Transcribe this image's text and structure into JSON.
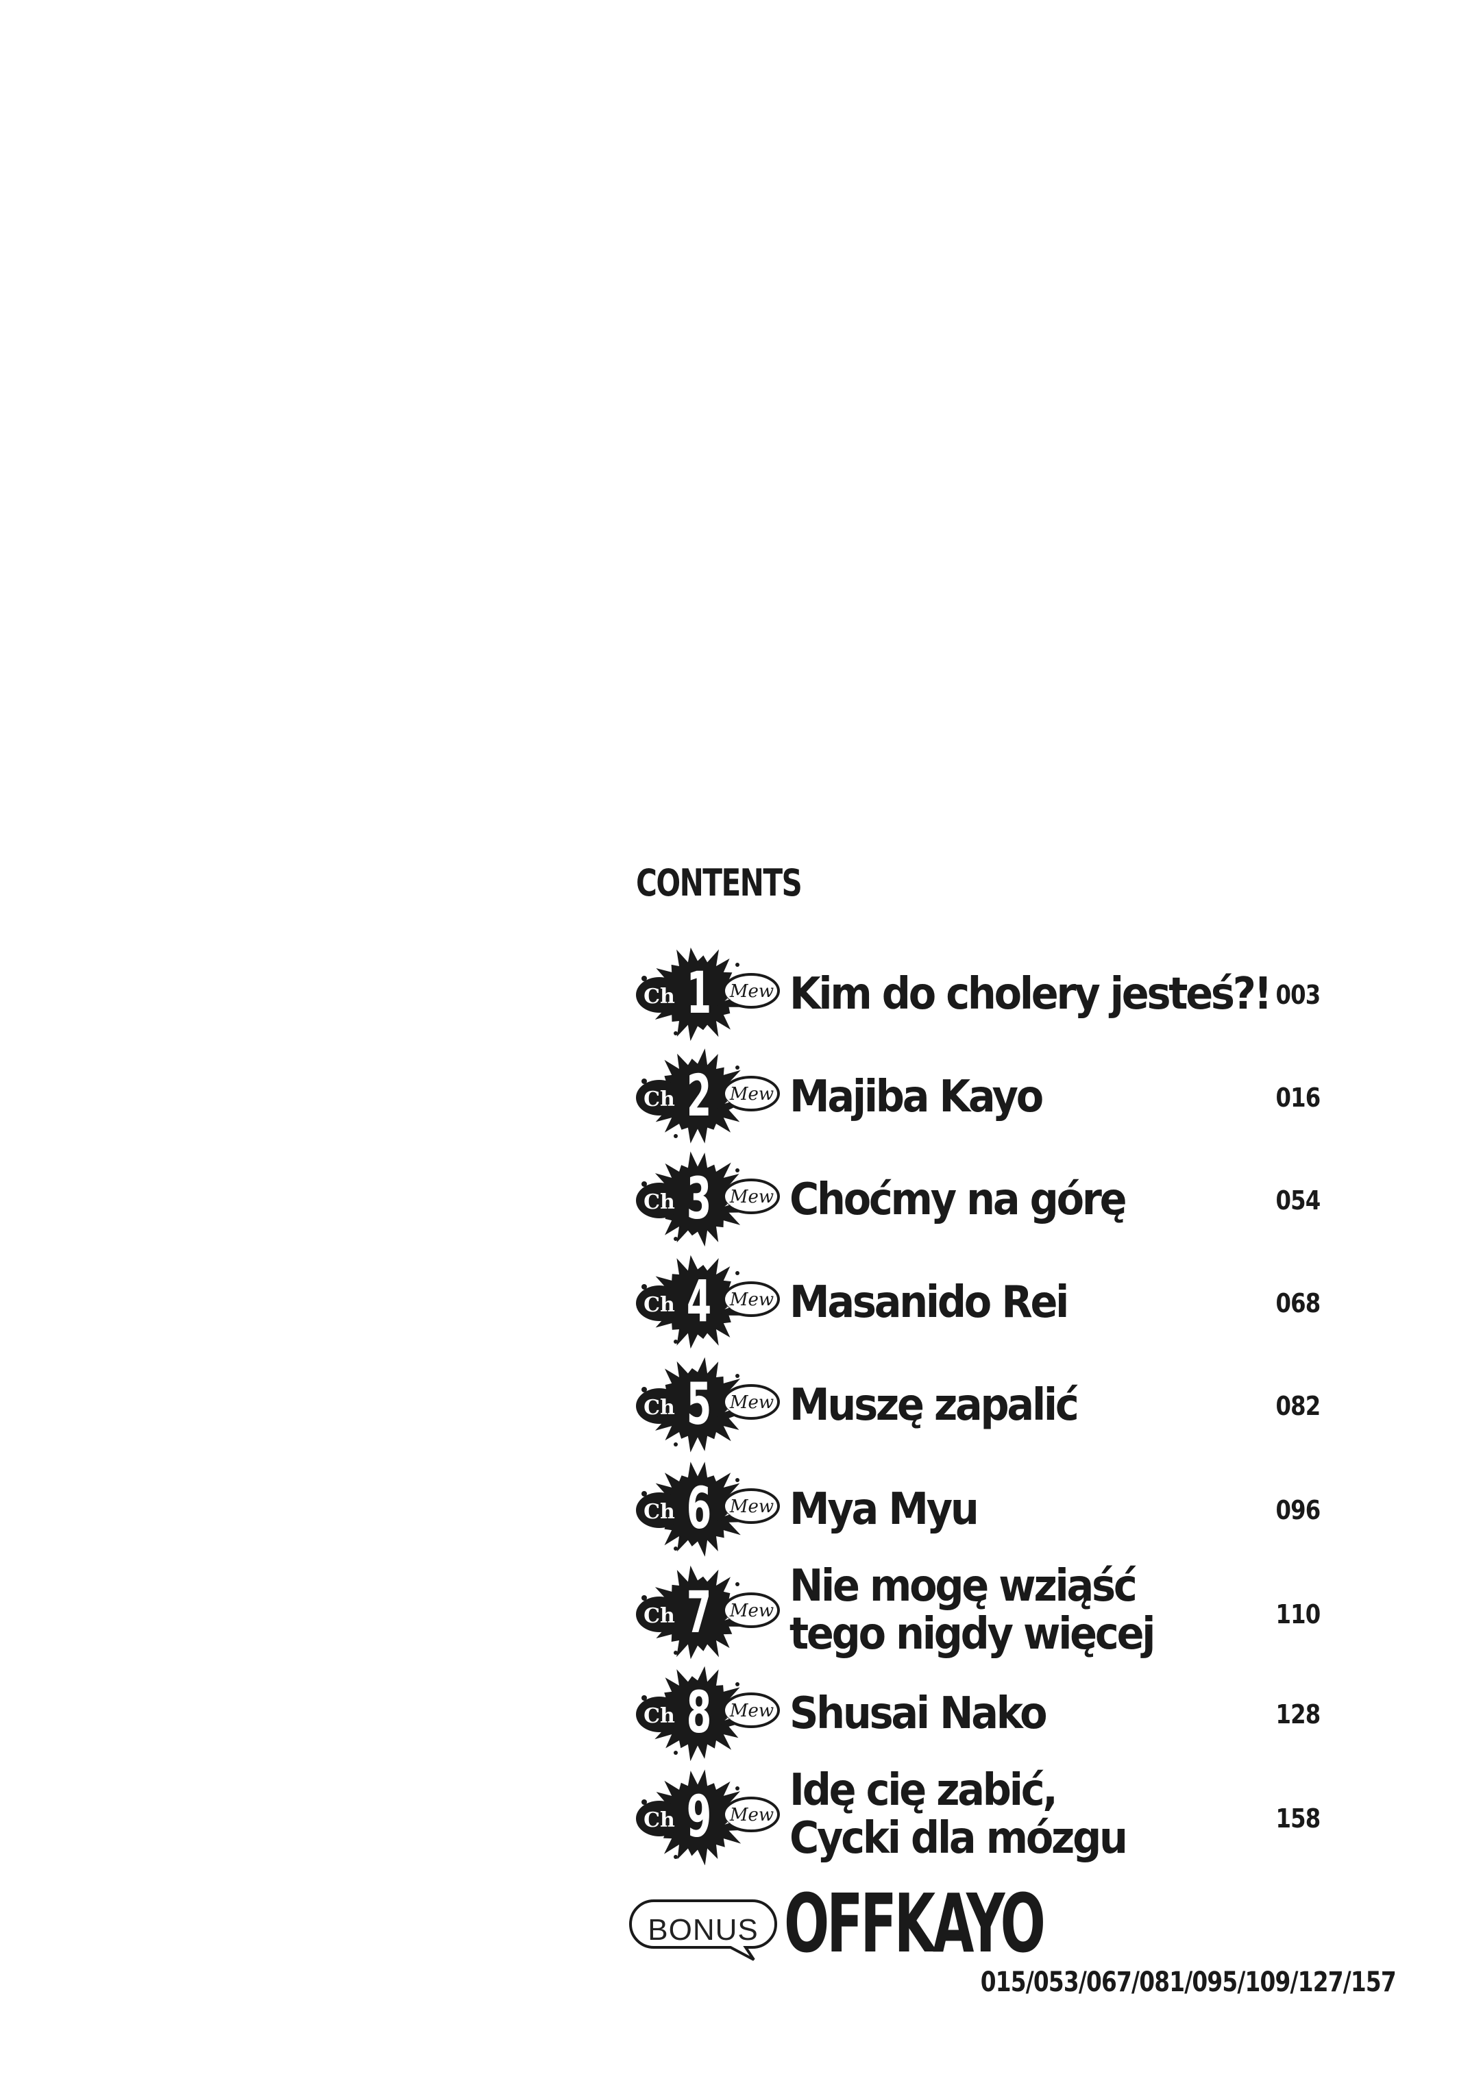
{
  "heading": "CONTENTS",
  "badge": {
    "prefix": "Ch",
    "suffix": "Mew",
    "ink_color": "#1a1a1a"
  },
  "chapters": [
    {
      "number": "1",
      "title_lines": [
        "Kim do cholery jesteś?!"
      ],
      "page": "003"
    },
    {
      "number": "2",
      "title_lines": [
        "Majiba Kayo"
      ],
      "page": "016"
    },
    {
      "number": "3",
      "title_lines": [
        "Choćmy na górę"
      ],
      "page": "054"
    },
    {
      "number": "4",
      "title_lines": [
        "Masanido Rei"
      ],
      "page": "068"
    },
    {
      "number": "5",
      "title_lines": [
        "Muszę zapalić"
      ],
      "page": "082"
    },
    {
      "number": "6",
      "title_lines": [
        "Mya Myu"
      ],
      "page": "096"
    },
    {
      "number": "7",
      "title_lines": [
        "Nie mogę wziąść",
        "tego nigdy więcej"
      ],
      "page": "110"
    },
    {
      "number": "8",
      "title_lines": [
        "Shusai Nako"
      ],
      "page": "128"
    },
    {
      "number": "9",
      "title_lines": [
        "Idę cię zabić,",
        "Cycki dla mózgu"
      ],
      "page": "158"
    }
  ],
  "bonus": {
    "label": "BONUS",
    "title": "OFFKAYO",
    "pages": "015/053/067/081/095/109/127/157"
  }
}
